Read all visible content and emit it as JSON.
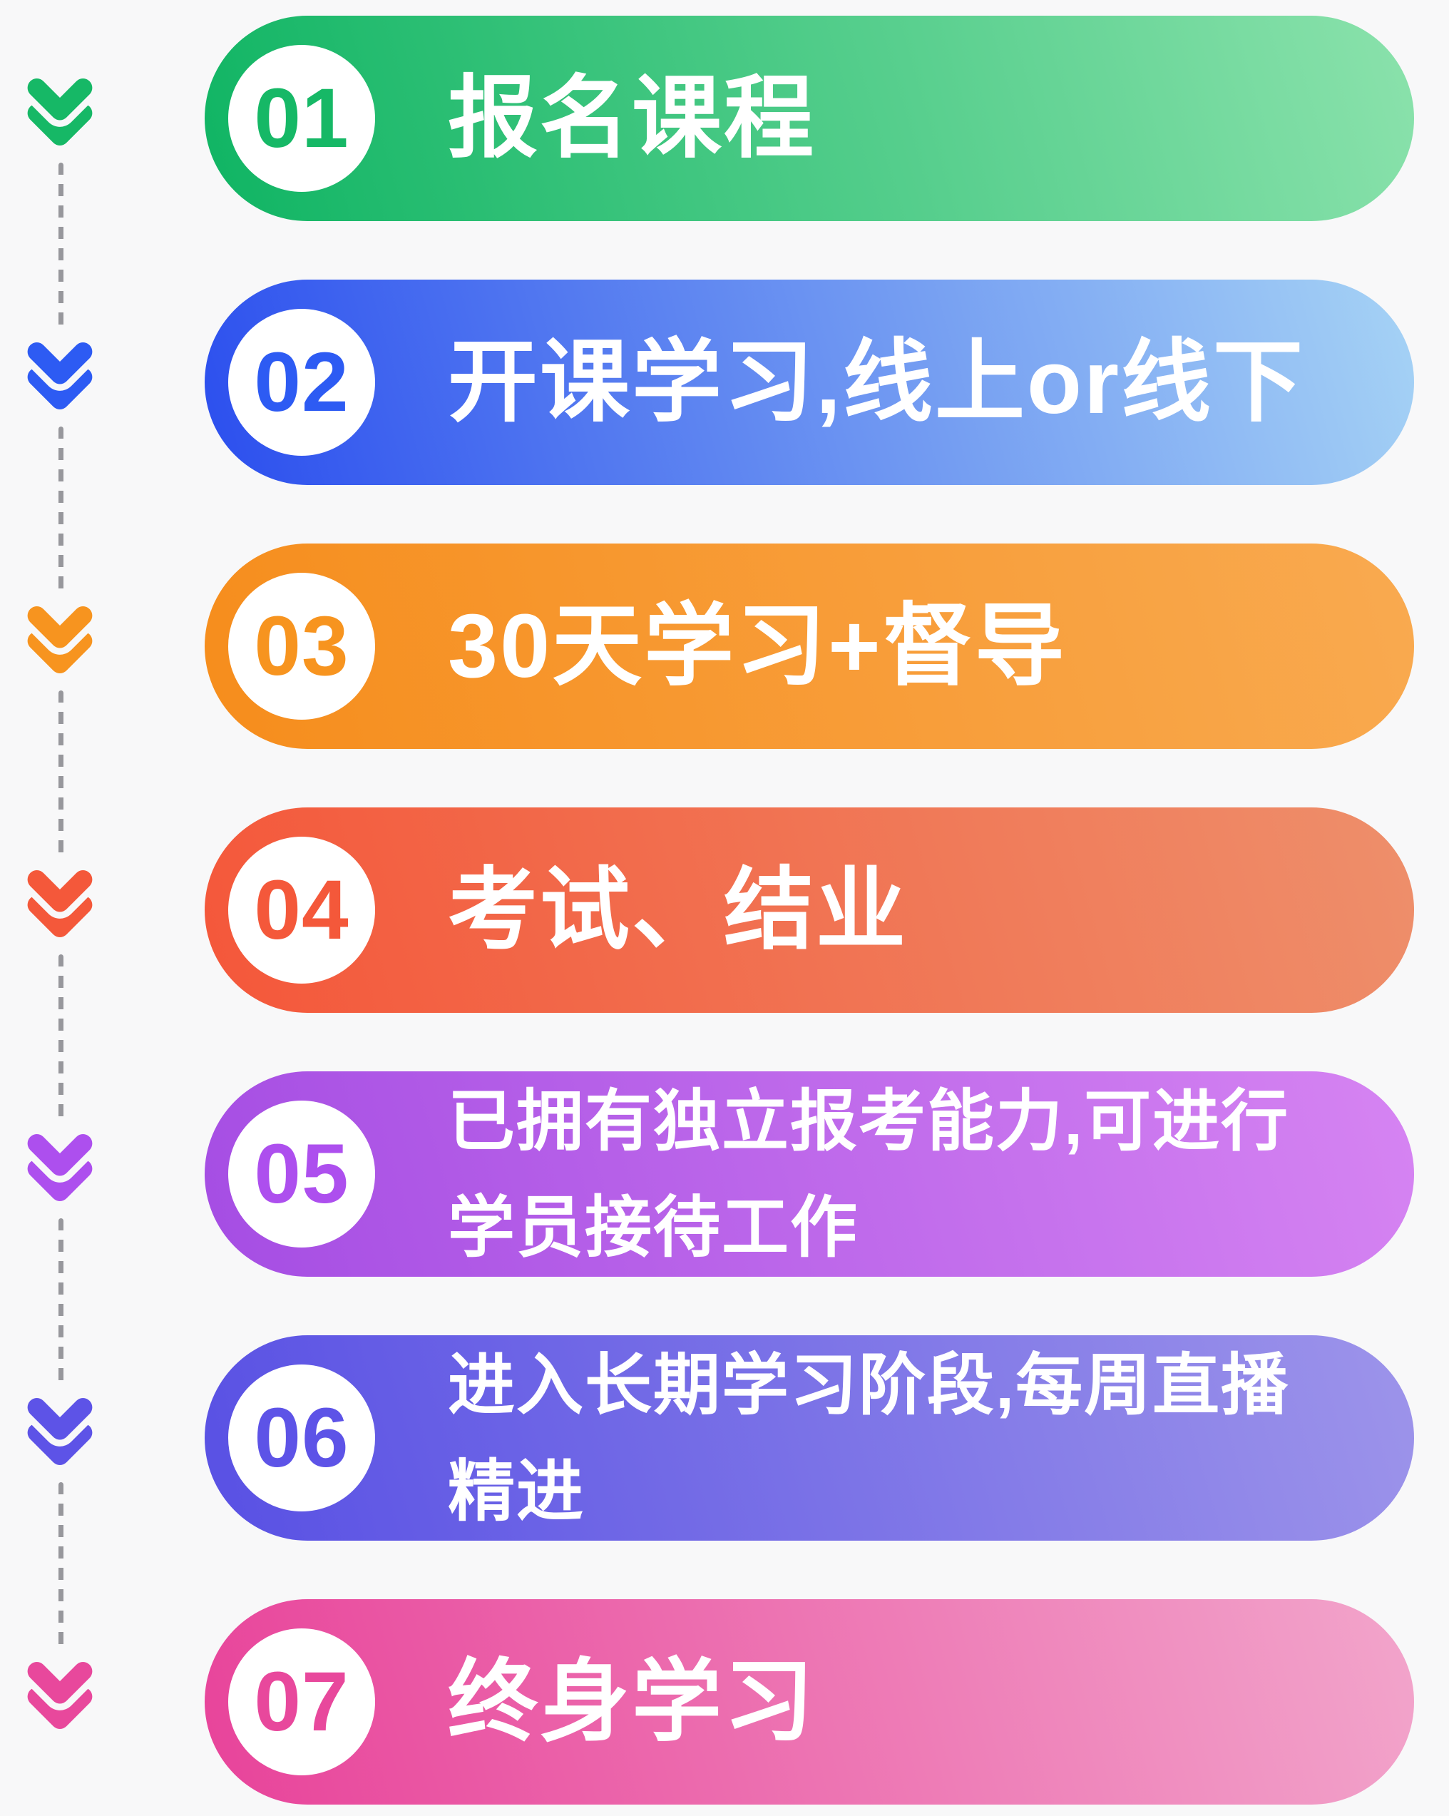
{
  "page": {
    "background_color": "#f8f8f9",
    "connector_dash_color": "#97979c",
    "chevron_icon": "double-chevron-down",
    "text_color": "#ffffff"
  },
  "steps": [
    {
      "number": "01",
      "lines": [
        "报名课程"
      ],
      "accent": "#16b866",
      "gradient": [
        "#0fb463",
        "#8be2ac"
      ]
    },
    {
      "number": "02",
      "lines": [
        "开课学习,线上or线下"
      ],
      "accent": "#2d5bf3",
      "gradient": [
        "#2b4eee",
        "#a6d3f5"
      ]
    },
    {
      "number": "03",
      "lines": [
        "30天学习+督导"
      ],
      "accent": "#f7941f",
      "gradient": [
        "#f68d1c",
        "#f9aa50"
      ]
    },
    {
      "number": "04",
      "lines": [
        "考试、结业"
      ],
      "accent": "#f4583a",
      "gradient": [
        "#f4573a",
        "#ee8f6b"
      ]
    },
    {
      "number": "05",
      "lines": [
        "已拥有独立报考能力,可进行",
        "学员接待工作"
      ],
      "accent": "#ad4fee",
      "gradient": [
        "#a54de3",
        "#d684f2"
      ]
    },
    {
      "number": "06",
      "lines": [
        "进入长期学习阶段,每周直播",
        "精进"
      ],
      "accent": "#5d53e7",
      "gradient": [
        "#5850e4",
        "#9d94ea"
      ]
    },
    {
      "number": "07",
      "lines": [
        "终身学习"
      ],
      "accent": "#e8489c",
      "gradient": [
        "#e8439a",
        "#f2a5cb"
      ]
    }
  ]
}
